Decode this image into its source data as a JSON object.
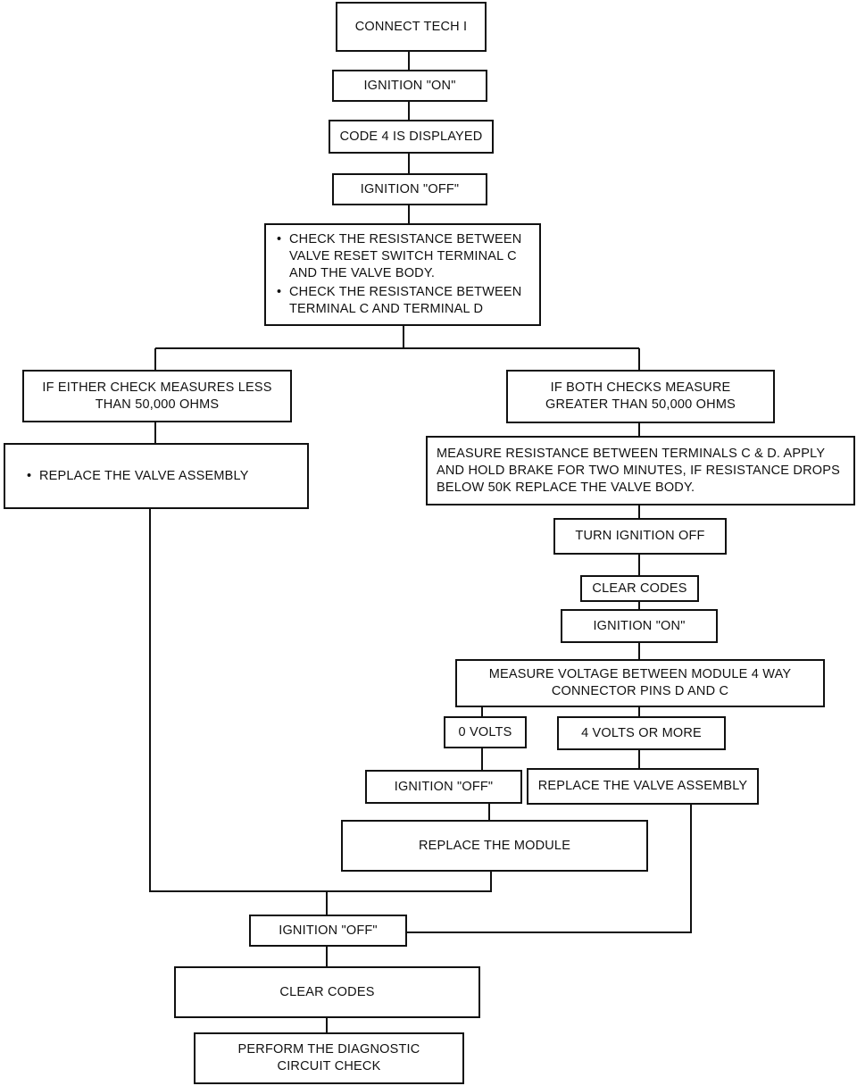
{
  "flowchart": {
    "connect_tech": "CONNECT TECH I",
    "ignition_on_1": "IGNITION \"ON\"",
    "code4_displayed": "CODE 4 IS DISPLAYED",
    "ignition_off_1": "IGNITION \"OFF\"",
    "check_items": [
      "CHECK THE RESISTANCE BETWEEN VALVE RESET SWITCH TERMINAL C AND THE VALVE BODY.",
      "CHECK THE RESISTANCE BETWEEN TERMINAL C AND TERMINAL D"
    ],
    "either_less": "IF EITHER CHECK MEASURES LESS THAN 50,000 OHMS",
    "replace_valve_assembly_bullet": "REPLACE THE VALVE ASSEMBLY",
    "both_greater": "IF BOTH CHECKS MEASURE GREATER THAN 50,000 OHMS",
    "measure_resistance": "MEASURE RESISTANCE BETWEEN TERMINALS C & D. APPLY AND HOLD BRAKE FOR TWO MINUTES, IF RESISTANCE DROPS BELOW 50K REPLACE THE VALVE BODY.",
    "turn_ignition_off": "TURN IGNITION OFF",
    "clear_codes_1": "CLEAR CODES",
    "ignition_on_2": "IGNITION \"ON\"",
    "measure_voltage": "MEASURE VOLTAGE BETWEEN MODULE 4 WAY CONNECTOR PINS D AND C",
    "zero_volts": "0 VOLTS",
    "four_volts": "4 VOLTS OR MORE",
    "ignition_off_2": "IGNITION \"OFF\"",
    "replace_valve_assembly": "REPLACE THE VALVE ASSEMBLY",
    "replace_module": "REPLACE THE MODULE",
    "ignition_off_3": "IGNITION \"OFF\"",
    "clear_codes_2": "CLEAR CODES",
    "perform_check": "PERFORM THE DIAGNOSTIC CIRCUIT CHECK"
  }
}
